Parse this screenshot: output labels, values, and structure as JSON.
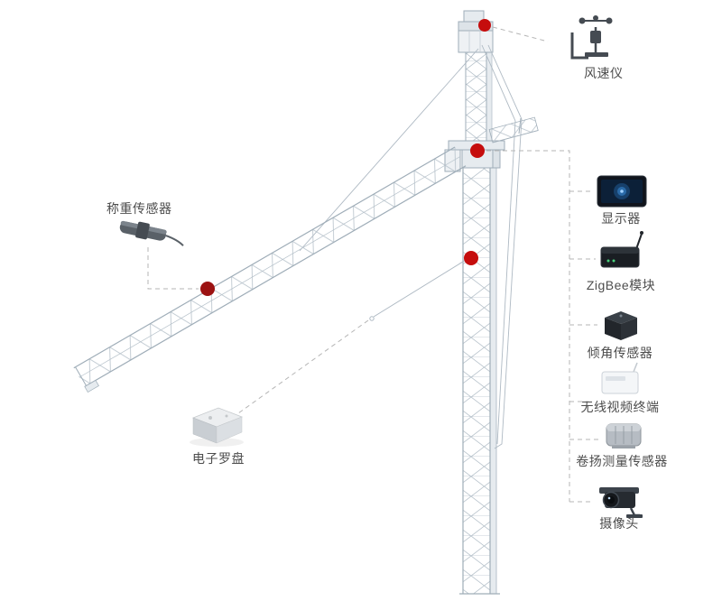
{
  "diagram": {
    "subject": "tower-crane-safety-monitoring-sensor-layout",
    "colors": {
      "marker_red": "#c50d0d",
      "marker_dark_red": "#9c1212",
      "crane_outline": "#9fadb8",
      "crane_lattice": "#b7c2cb",
      "crane_fill_light": "#eef1f4",
      "connector_gray": "#b5b5b5",
      "label_text": "#4d4d4d",
      "screen_blue": "#2a6aa8"
    },
    "callouts": {
      "anemometer": {
        "label": "风速仪",
        "icon": "anemometer-icon"
      },
      "load_sensor": {
        "label": "称重传感器",
        "icon": "load-sensor-icon"
      },
      "compass": {
        "label": "电子罗盘",
        "icon": "compass-icon"
      },
      "right_column": [
        {
          "id": "display",
          "label": "显示器",
          "icon": "display-icon"
        },
        {
          "id": "zigbee",
          "label": "ZigBee模块",
          "icon": "zigbee-icon"
        },
        {
          "id": "tilt_sensor",
          "label": "倾角传感器",
          "icon": "tilt-sensor-icon"
        },
        {
          "id": "wireless_video",
          "label": "无线视频终端",
          "icon": "wireless-video-icon"
        },
        {
          "id": "hoist_sensor",
          "label": "卷扬测量传感器",
          "icon": "hoist-sensor-icon"
        },
        {
          "id": "camera",
          "label": "摄像头",
          "icon": "camera-icon"
        }
      ]
    },
    "markers": [
      {
        "name": "anemometer-marker",
        "location": "tower-top",
        "color": "#c50d0d"
      },
      {
        "name": "slewing-marker",
        "location": "slewing-unit",
        "color": "#c50d0d"
      },
      {
        "name": "trolley-marker",
        "location": "mast-hoist-point",
        "color": "#c50d0d"
      },
      {
        "name": "jib-marker",
        "location": "jib-mid",
        "color": "#9c1212"
      }
    ]
  }
}
